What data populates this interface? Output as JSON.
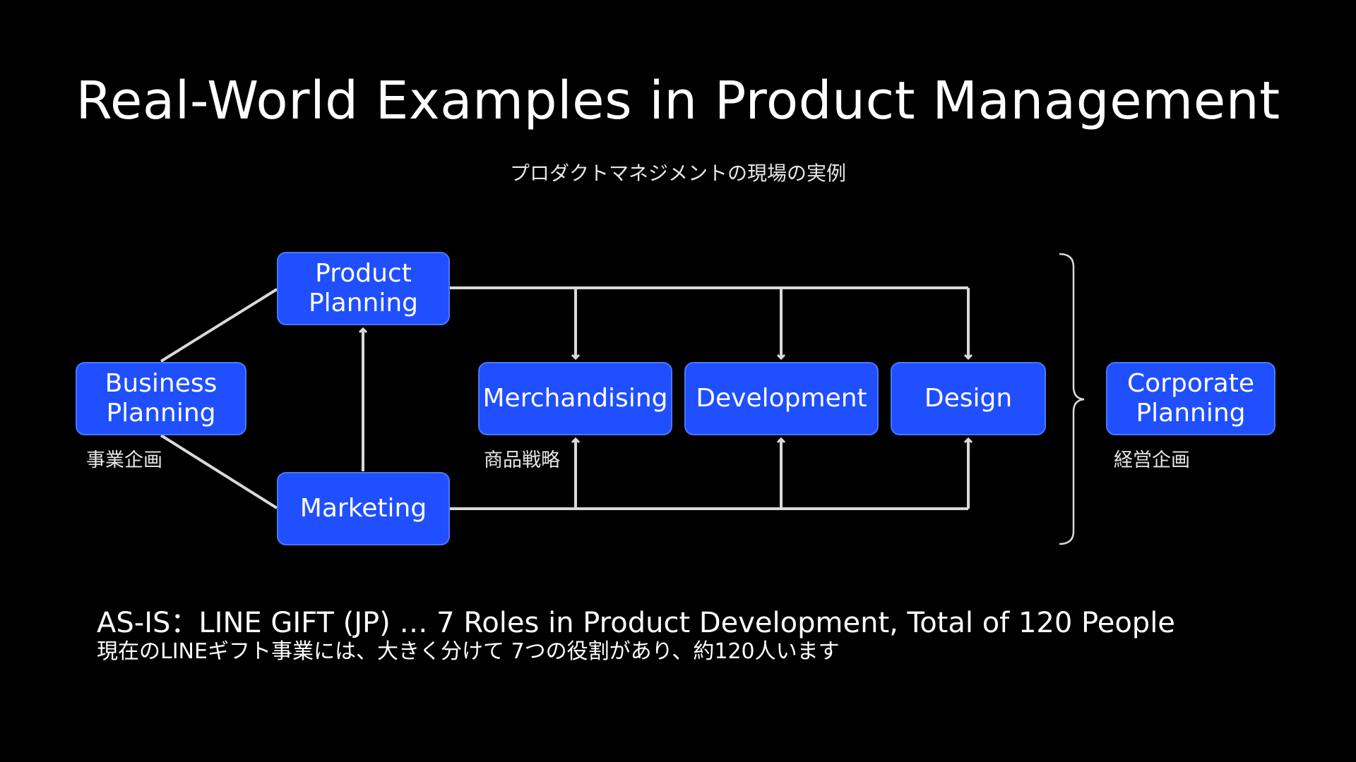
{
  "title": "Real-World Examples in Product Management",
  "subtitle": "プロダクトマネジメントの現場の実例",
  "nodes": {
    "business_planning": "Business\nPlanning",
    "product_planning": "Product\nPlanning",
    "marketing": "Marketing",
    "merchandising": "Merchandising",
    "development": "Development",
    "design": "Design",
    "corporate_planning": "Corporate\nPlanning"
  },
  "labels": {
    "business_planning_jp": "事業企画",
    "merchandising_jp": "商品戦略",
    "corporate_planning_jp": "経営企画"
  },
  "footer": {
    "main": "AS-IS：LINE GIFT (JP) … 7 Roles in Product Development, Total of 120 People",
    "sub": "現在のLINEギフト事業には、大きく分けて 7つの役割があり、約120人います"
  },
  "colors": {
    "background": "#000000",
    "node_fill": "#1f4fff",
    "connector": "#d9d9d9",
    "text": "#ffffff"
  }
}
